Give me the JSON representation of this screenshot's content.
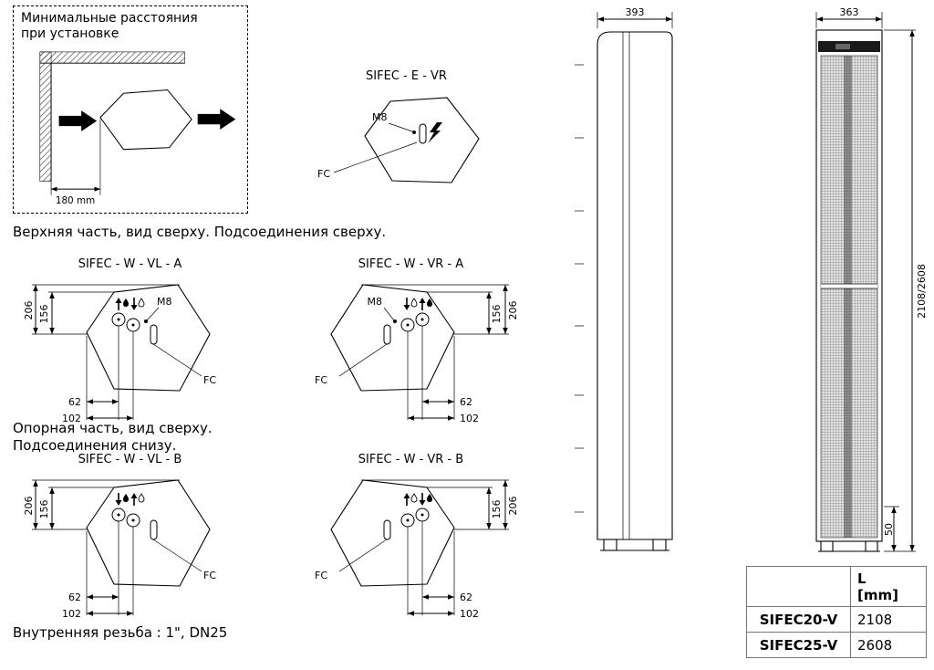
{
  "install": {
    "title_line1": "Минимальные расстояния",
    "title_line2": "при установке",
    "dim": "180 mm"
  },
  "notes": {
    "top_view": "Верхняя часть, вид сверху. Подсоединения сверху.",
    "support_line1": "Опорная часть, вид сверху.",
    "support_line2": "Подсоединения снизу.",
    "thread": "Внутренняя резьба : 1\", DN25"
  },
  "e_vr": {
    "title": "SIFEC - E - VR",
    "m8": "M8",
    "fc": "FC"
  },
  "w_vl_a": {
    "title": "SIFEC - W - VL - A",
    "m8": "M8",
    "fc": "FC",
    "d206": "206",
    "d156": "156",
    "d62": "62",
    "d102": "102"
  },
  "w_vr_a": {
    "title": "SIFEC - W - VR - A",
    "m8": "M8",
    "fc": "FC",
    "d206": "206",
    "d156": "156",
    "d62": "62",
    "d102": "102"
  },
  "w_vl_b": {
    "title": "SIFEC - W - VL - B",
    "fc": "FC",
    "d206": "206",
    "d156": "156",
    "d62": "62",
    "d102": "102"
  },
  "w_vr_b": {
    "title": "SIFEC - W - VR - B",
    "fc": "FC",
    "d206": "206",
    "d156": "156",
    "d62": "62",
    "d102": "102"
  },
  "views": {
    "side_width": "393",
    "front_width": "363",
    "height": "2108/2608",
    "base_height": "50"
  },
  "table": {
    "header_l": "L",
    "header_unit": "[mm]",
    "rows": [
      {
        "model": "SIFEC20-V",
        "length": "2108"
      },
      {
        "model": "SIFEC25-V",
        "length": "2608"
      }
    ]
  }
}
